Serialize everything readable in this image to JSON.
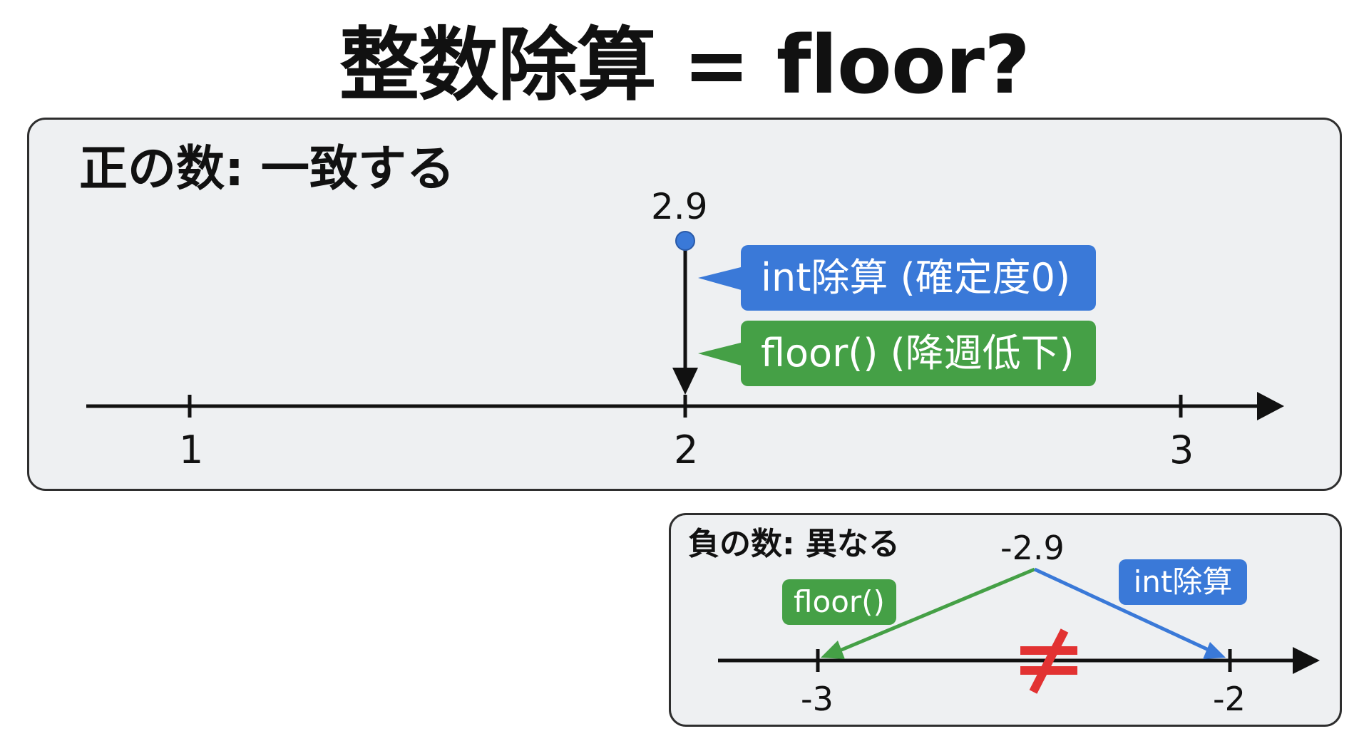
{
  "title": "整数除算 = floor?",
  "positive": {
    "heading": "正の数: 一致する",
    "value_label": "2.9",
    "value": 2.9,
    "int_tag": "int除算 (確定度0)",
    "floor_tag": "floor() (降週低下)",
    "ticks": [
      "1",
      "2",
      "3"
    ],
    "colors": {
      "int": "#3a79d8",
      "floor": "#45a046",
      "point": "#3a79d8"
    }
  },
  "negative": {
    "heading": "負の数: 異なる",
    "value_label": "-2.9",
    "value": -2.9,
    "floor_tag": "floor()",
    "int_tag": "int除算",
    "ticks": [
      "-3",
      "-2"
    ],
    "not_equal_symbol": "≠",
    "colors": {
      "int": "#3a79d8",
      "floor": "#45a046",
      "not_equal": "#e23232"
    }
  }
}
